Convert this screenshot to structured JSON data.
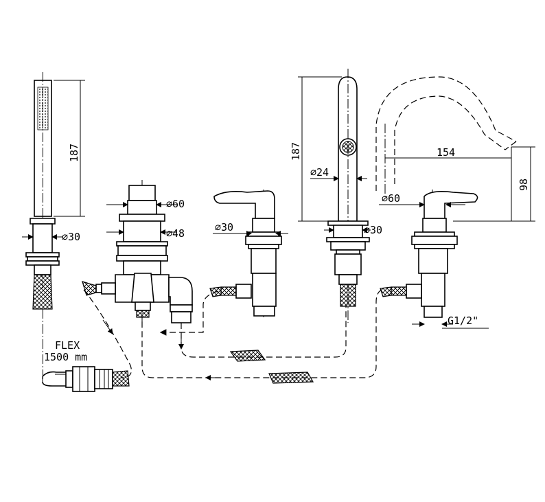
{
  "dimensions": {
    "hand_shower_height": "187",
    "hand_shower_diameter": "⌀30",
    "diverter_top_diameter": "⌀60",
    "diverter_body_diameter": "⌀48",
    "left_mixer_diameter": "⌀30",
    "spout_height": "187",
    "spout_diameter": "⌀24",
    "spout_base_diameter": "⌀30",
    "spout_reach": "154",
    "spout_outlet_height": "98",
    "right_mixer_diameter": "⌀60",
    "connection_thread": "G1/2\""
  },
  "notes": {
    "flex_label": "FLEX",
    "flex_length": "1500 mm"
  },
  "colors": {
    "line": "#000000",
    "background": "#ffffff"
  }
}
